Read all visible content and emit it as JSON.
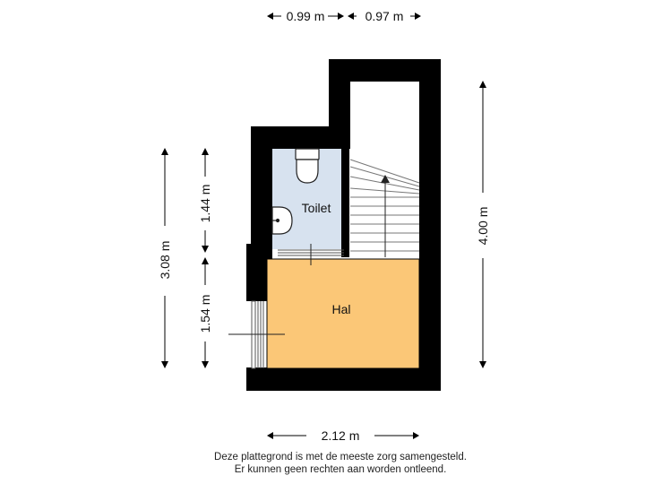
{
  "dimensions": {
    "top_left": "0.99 m",
    "top_right": "0.97 m",
    "bottom": "2.12 m",
    "right": "4.00 m",
    "left_total": "3.08 m",
    "left_upper": "1.44 m",
    "left_lower": "1.54 m"
  },
  "rooms": {
    "toilet": {
      "label": "Toilet"
    },
    "hal": {
      "label": "Hal"
    }
  },
  "disclaimer": {
    "line1": "Deze plattegrond is met de meeste zorg samengesteld.",
    "line2": "Er kunnen geen rechten aan worden ontleend."
  },
  "colors": {
    "wall": "#000000",
    "toilet_floor": "#d7e2ef",
    "hal_floor": "#fbc777",
    "stair_floor": "#ffffff"
  }
}
